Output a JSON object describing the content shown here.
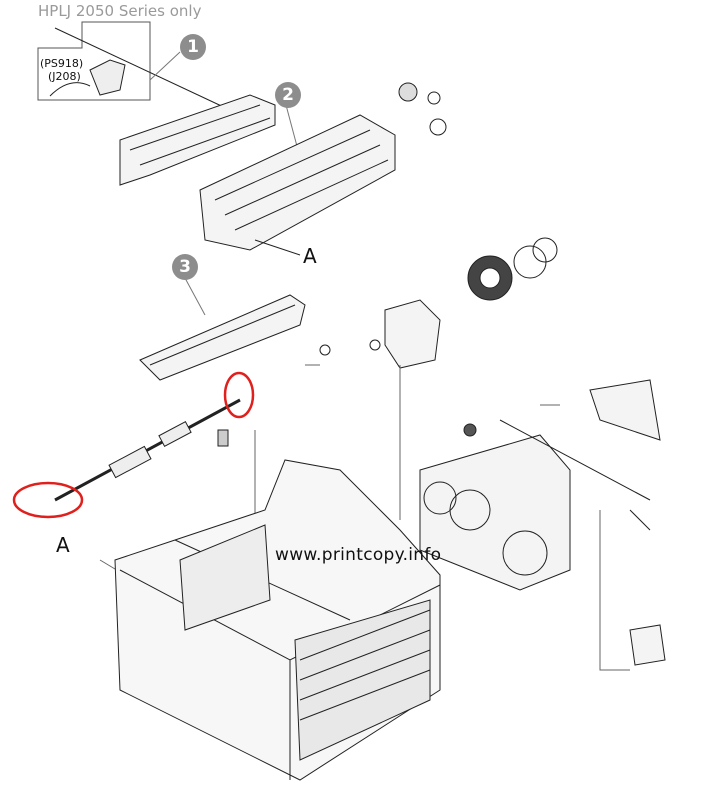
{
  "header_note": "HPLJ 2050 Series only",
  "inset_labels": [
    "(PS918)",
    "(J208)"
  ],
  "callouts": [
    "1",
    "2",
    "3"
  ],
  "reference_labels": [
    "A",
    "A"
  ],
  "watermark": "www.printcopy.info",
  "highlight_color": "#e0201c"
}
